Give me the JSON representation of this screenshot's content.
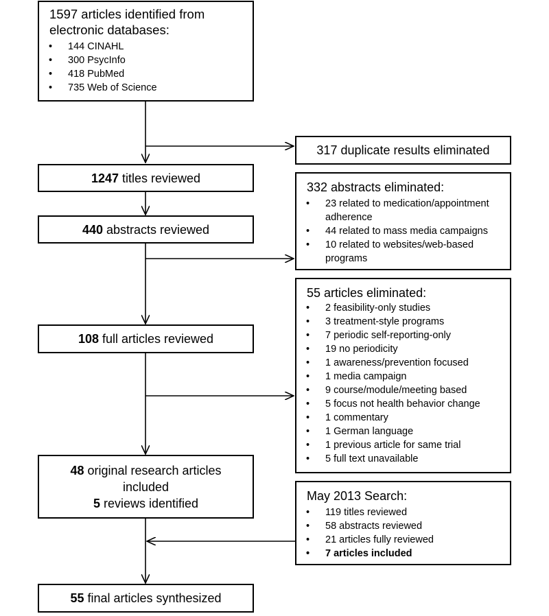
{
  "identified": {
    "heading": "1597 articles identified from electronic databases:",
    "items": [
      "144 CINAHL",
      "300 PsycInfo",
      "418 PubMed",
      "735 Web of Science"
    ]
  },
  "duplicates": {
    "text": "317 duplicate results eliminated"
  },
  "titles": {
    "count": "1247",
    "text": " titles reviewed"
  },
  "abstracts": {
    "count": "440",
    "text": " abstracts reviewed"
  },
  "abstracts_eliminated": {
    "heading": "332 abstracts eliminated:",
    "items": [
      "23 related to medication/appointment adherence",
      "44 related to mass media campaigns",
      "10 related to websites/web-based programs"
    ]
  },
  "full": {
    "count": "108",
    "text": " full articles reviewed"
  },
  "articles_eliminated": {
    "heading": "55 articles eliminated:",
    "items": [
      "2 feasibility-only studies",
      "3 treatment-style programs",
      "7 periodic self-reporting-only",
      "19 no periodicity",
      "1 awareness/prevention focused",
      "1 media campaign",
      "9 course/module/meeting based",
      "5 focus not health behavior change",
      "1 commentary",
      "1 German language",
      "1 previous article for same trial",
      "5 full text unavailable"
    ]
  },
  "included": {
    "count1": "48",
    "text1": " original research articles included",
    "count2": "5",
    "text2": " reviews identified"
  },
  "may_search": {
    "heading": "May 2013 Search:",
    "items": [
      "119 titles reviewed",
      "58 abstracts reviewed",
      "21 articles fully reviewed"
    ],
    "bold_item": "7 articles included"
  },
  "final": {
    "count": "55",
    "text": " final articles synthesized"
  }
}
